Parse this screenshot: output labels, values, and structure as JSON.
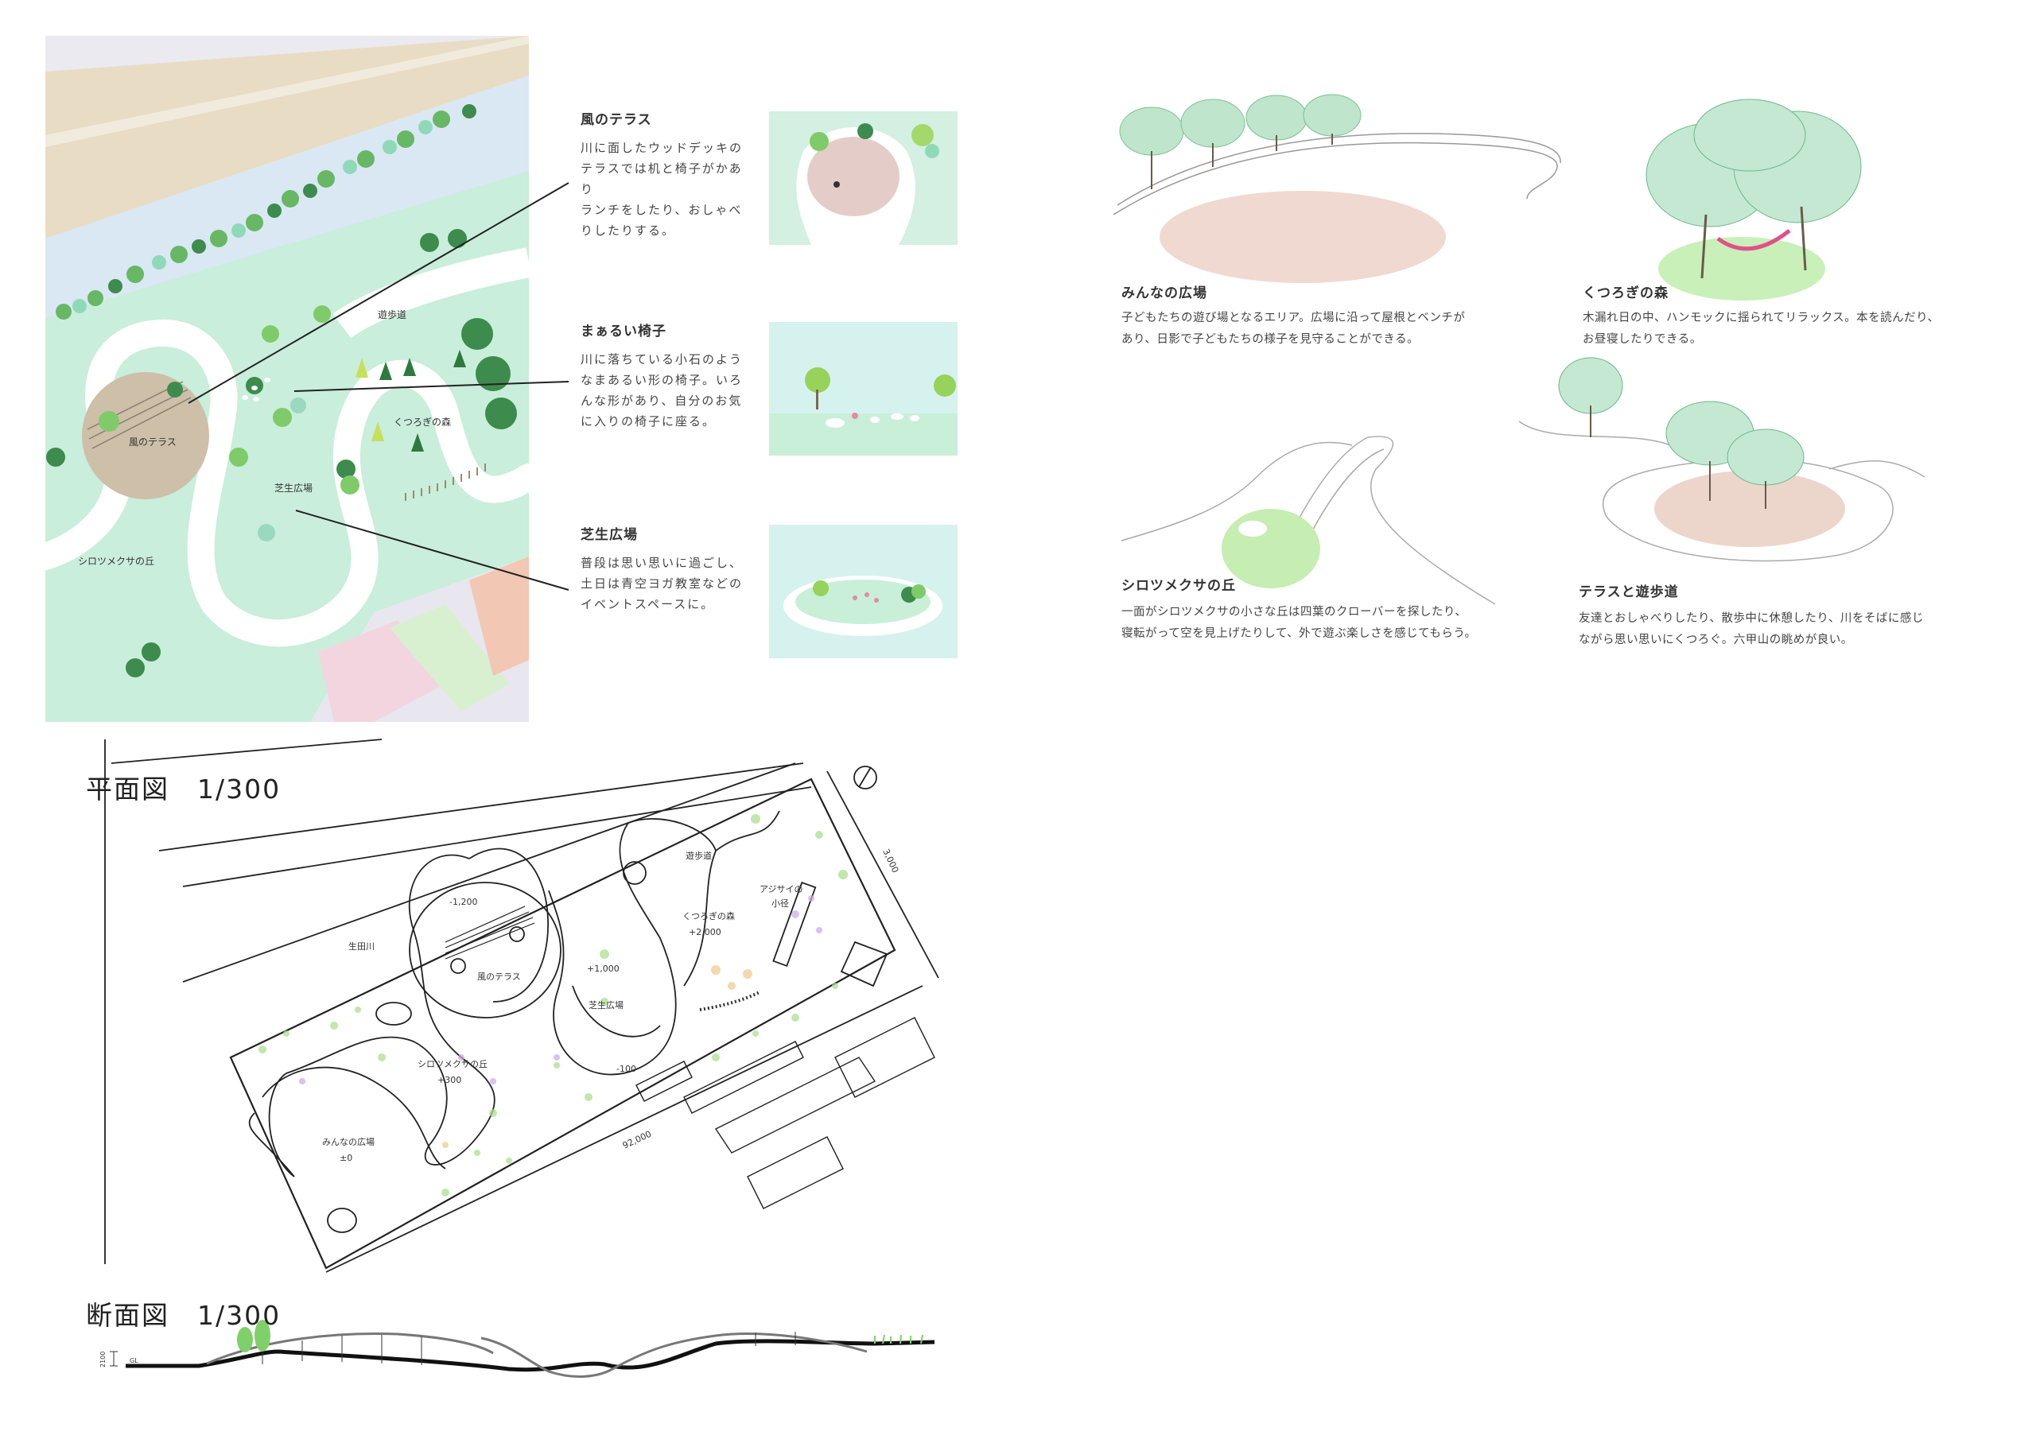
{
  "aerial": {
    "labels": {
      "promenade": "遊歩道",
      "wind_terrace": "風のテラス",
      "forest": "くつろぎの森",
      "lawn": "芝生広場",
      "clover_hill": "シロツメクサの丘"
    }
  },
  "features": [
    {
      "title": "風のテラス",
      "lines": [
        "川に面したウッドデッキの",
        "テラスでは机と椅子がかあり",
        "ランチをしたり、おしゃべ",
        "りしたりする。"
      ]
    },
    {
      "title": "まぁるい椅子",
      "lines": [
        "川に落ちている小石のよう",
        "なまあるい形の椅子。いろ",
        "んな形があり、自分のお気",
        "に入りの椅子に座る。"
      ]
    },
    {
      "title": "芝生広場",
      "lines": [
        "普段は思い思いに過ごし、",
        "土日は青空ヨガ教室などの",
        "イベントスペースに。"
      ]
    }
  ],
  "vignettes": [
    {
      "title": "みんなの広場",
      "lines": [
        "子どもたちの遊び場となるエリア。広場に沿って屋根とベンチが",
        "あり、日影で子どもたちの様子を見守ることができる。"
      ]
    },
    {
      "title": "くつろぎの森",
      "lines": [
        "木漏れ日の中、ハンモックに揺られてリラックス。本を読んだり、",
        "お昼寝したりできる。"
      ]
    },
    {
      "title": "シロツメクサの丘",
      "lines": [
        "一面がシロツメクサの小さな丘は四葉のクローバーを探したり、",
        "寝転がって空を見上げたりして、外で遊ぶ楽しさを感じてもらう。"
      ]
    },
    {
      "title": "テラスと遊歩道",
      "lines": [
        "友達とおしゃべりしたり、散歩中に休憩したり、川をそばに感じ",
        "ながら思い思いにくつろぐ。六甲山の眺めが良い。"
      ]
    }
  ],
  "plan": {
    "title": "平面図　1/300",
    "labels": {
      "river": "生田川",
      "wind_terrace": "風のテラス",
      "terrace_level": "-1,200",
      "lawn": "芝生広場",
      "lawn_level": "+1,000",
      "path_level": "-100",
      "forest": "くつろぎの森",
      "forest_level": "+2,000",
      "promenade": "遊歩道",
      "hydrangea_1": "アジサイの",
      "hydrangea_2": "小径",
      "clover_hill": "シロツメクサの丘",
      "clover_level": "+300",
      "plaza": "みんなの広場",
      "plaza_level": "±0",
      "dim_length": "92,000",
      "dim_width": "3,000"
    }
  },
  "section": {
    "title": "断面図　1/300",
    "height_dim": "2100",
    "gl": "GL"
  }
}
